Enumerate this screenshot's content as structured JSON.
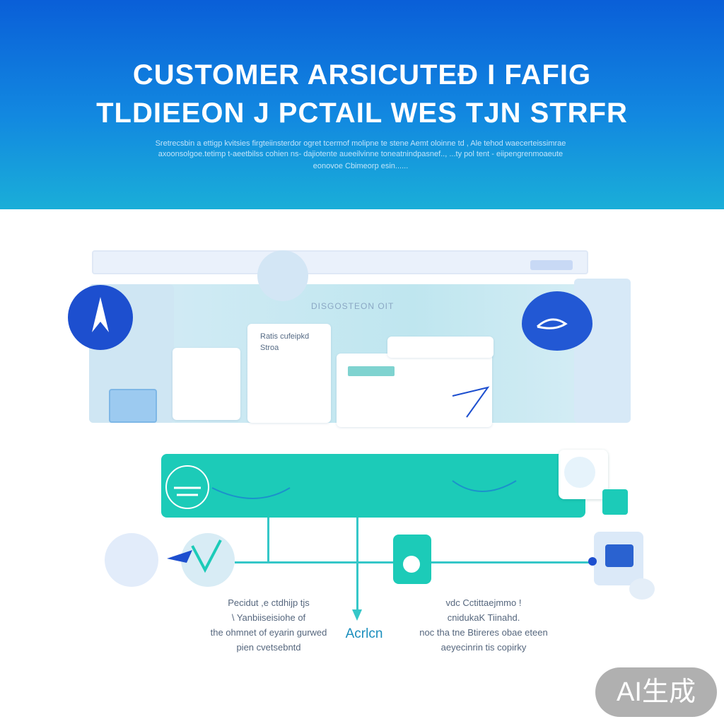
{
  "header": {
    "title_line1": "CUSTOMER ARSICUTEÐ I FAFIG",
    "title_line2": "TLDIEEON J PCTAIL WES TJN STRFR",
    "subtitle_line1": "Sretrecsbin a ettigp kvitsies firgteiinsterdor ogret tcermof molipne te stene Aemt oloinne td , Ale tehod waecerteissimrae",
    "subtitle_line2": "axoonsolgoe.tetimp t-aeetbilss cohien ns- dajiotente aueeilvinne toneatnindpasnef.., ...ty pol tent - eiipengrenmoaeute",
    "subtitle_line3": "eonovoe Cbimeorp esin......"
  },
  "diagram": {
    "panel_label": "DISGOSTEON OIT",
    "card_text_line1": "Ratis cufeipkd",
    "card_text_line2": "Stroa",
    "left_caption": [
      "Pecidut ,e ctdhijp tjs",
      "\\ Yanbiiseisiohe of",
      "the ohmnet of eyarin gurwed",
      "pien cvetsebntd"
    ],
    "right_caption": [
      "vdc Cctittaejmmo !",
      "cnidukaK Tiinahd.",
      "noc tha tne Btireres obae eteen",
      "aeyecinrin tis copirky"
    ],
    "action_label": "Acrlcn"
  },
  "colors": {
    "header_top": "#0a5fd8",
    "header_bottom": "#1aaed8",
    "teal": "#1ccbb8",
    "accent_blue": "#1d4fcf"
  },
  "watermark": "AI生成"
}
